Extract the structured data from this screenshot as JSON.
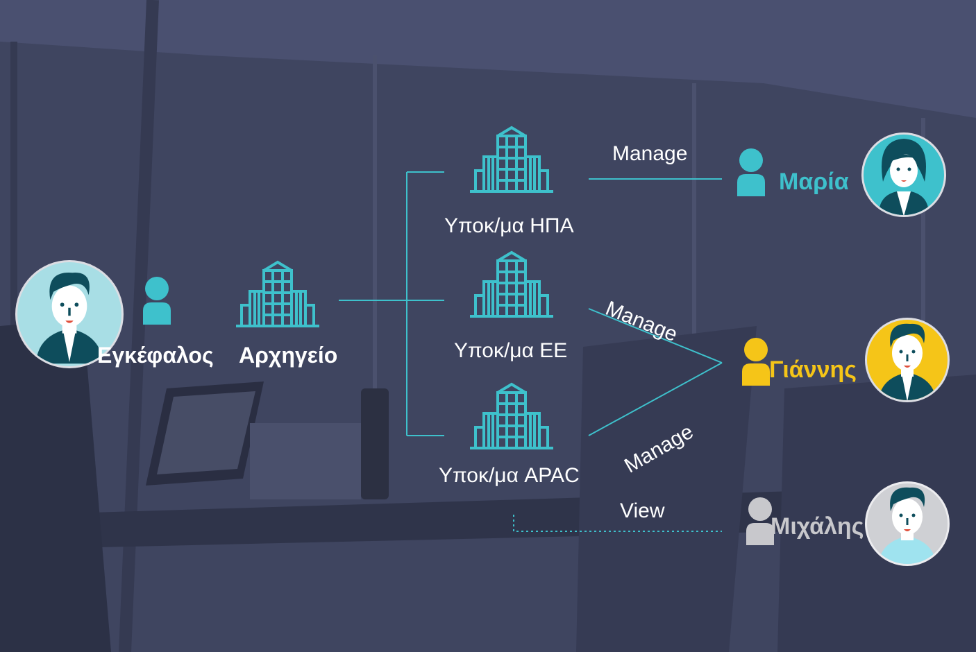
{
  "colors": {
    "teal": "#3ec1cc",
    "yellow": "#f5c518",
    "grey": "#c8c8cc",
    "white": "#ffffff",
    "background": "#3f4560"
  },
  "ceo": {
    "name": "Εγκέφαλος",
    "avatar_icon": "ceo-avatar-icon",
    "person_icon": "person-icon"
  },
  "hq": {
    "label": "Αρχηγείο",
    "icon": "building-icon"
  },
  "subsidiaries": [
    {
      "label": "Υποκ/μα ΗΠΑ",
      "icon": "building-icon"
    },
    {
      "label": "Υποκ/μα ΕΕ",
      "icon": "building-icon"
    },
    {
      "label": "Υποκ/μα APAC",
      "icon": "building-icon"
    }
  ],
  "edges": [
    {
      "label": "Manage",
      "from": "Υποκ/μα ΗΠΑ",
      "to": "Μαρία",
      "style": "solid"
    },
    {
      "label": "Manage",
      "from": "Υποκ/μα ΕΕ",
      "to": "Γιάννης",
      "style": "solid"
    },
    {
      "label": "Manage",
      "from": "Υποκ/μα APAC",
      "to": "Γιάννης",
      "style": "solid"
    },
    {
      "label": "View",
      "from": "Υποκ/μα APAC",
      "to": "Μιχάλης",
      "style": "dotted"
    }
  ],
  "users": [
    {
      "name": "Μαρία",
      "color": "#3ec1cc",
      "avatar_icon": "female-avatar-icon"
    },
    {
      "name": "Γιάννης",
      "color": "#f5c518",
      "avatar_icon": "male-avatar-icon"
    },
    {
      "name": "Μιχάλης",
      "color": "#c8c8cc",
      "avatar_icon": "male-avatar-icon"
    }
  ]
}
